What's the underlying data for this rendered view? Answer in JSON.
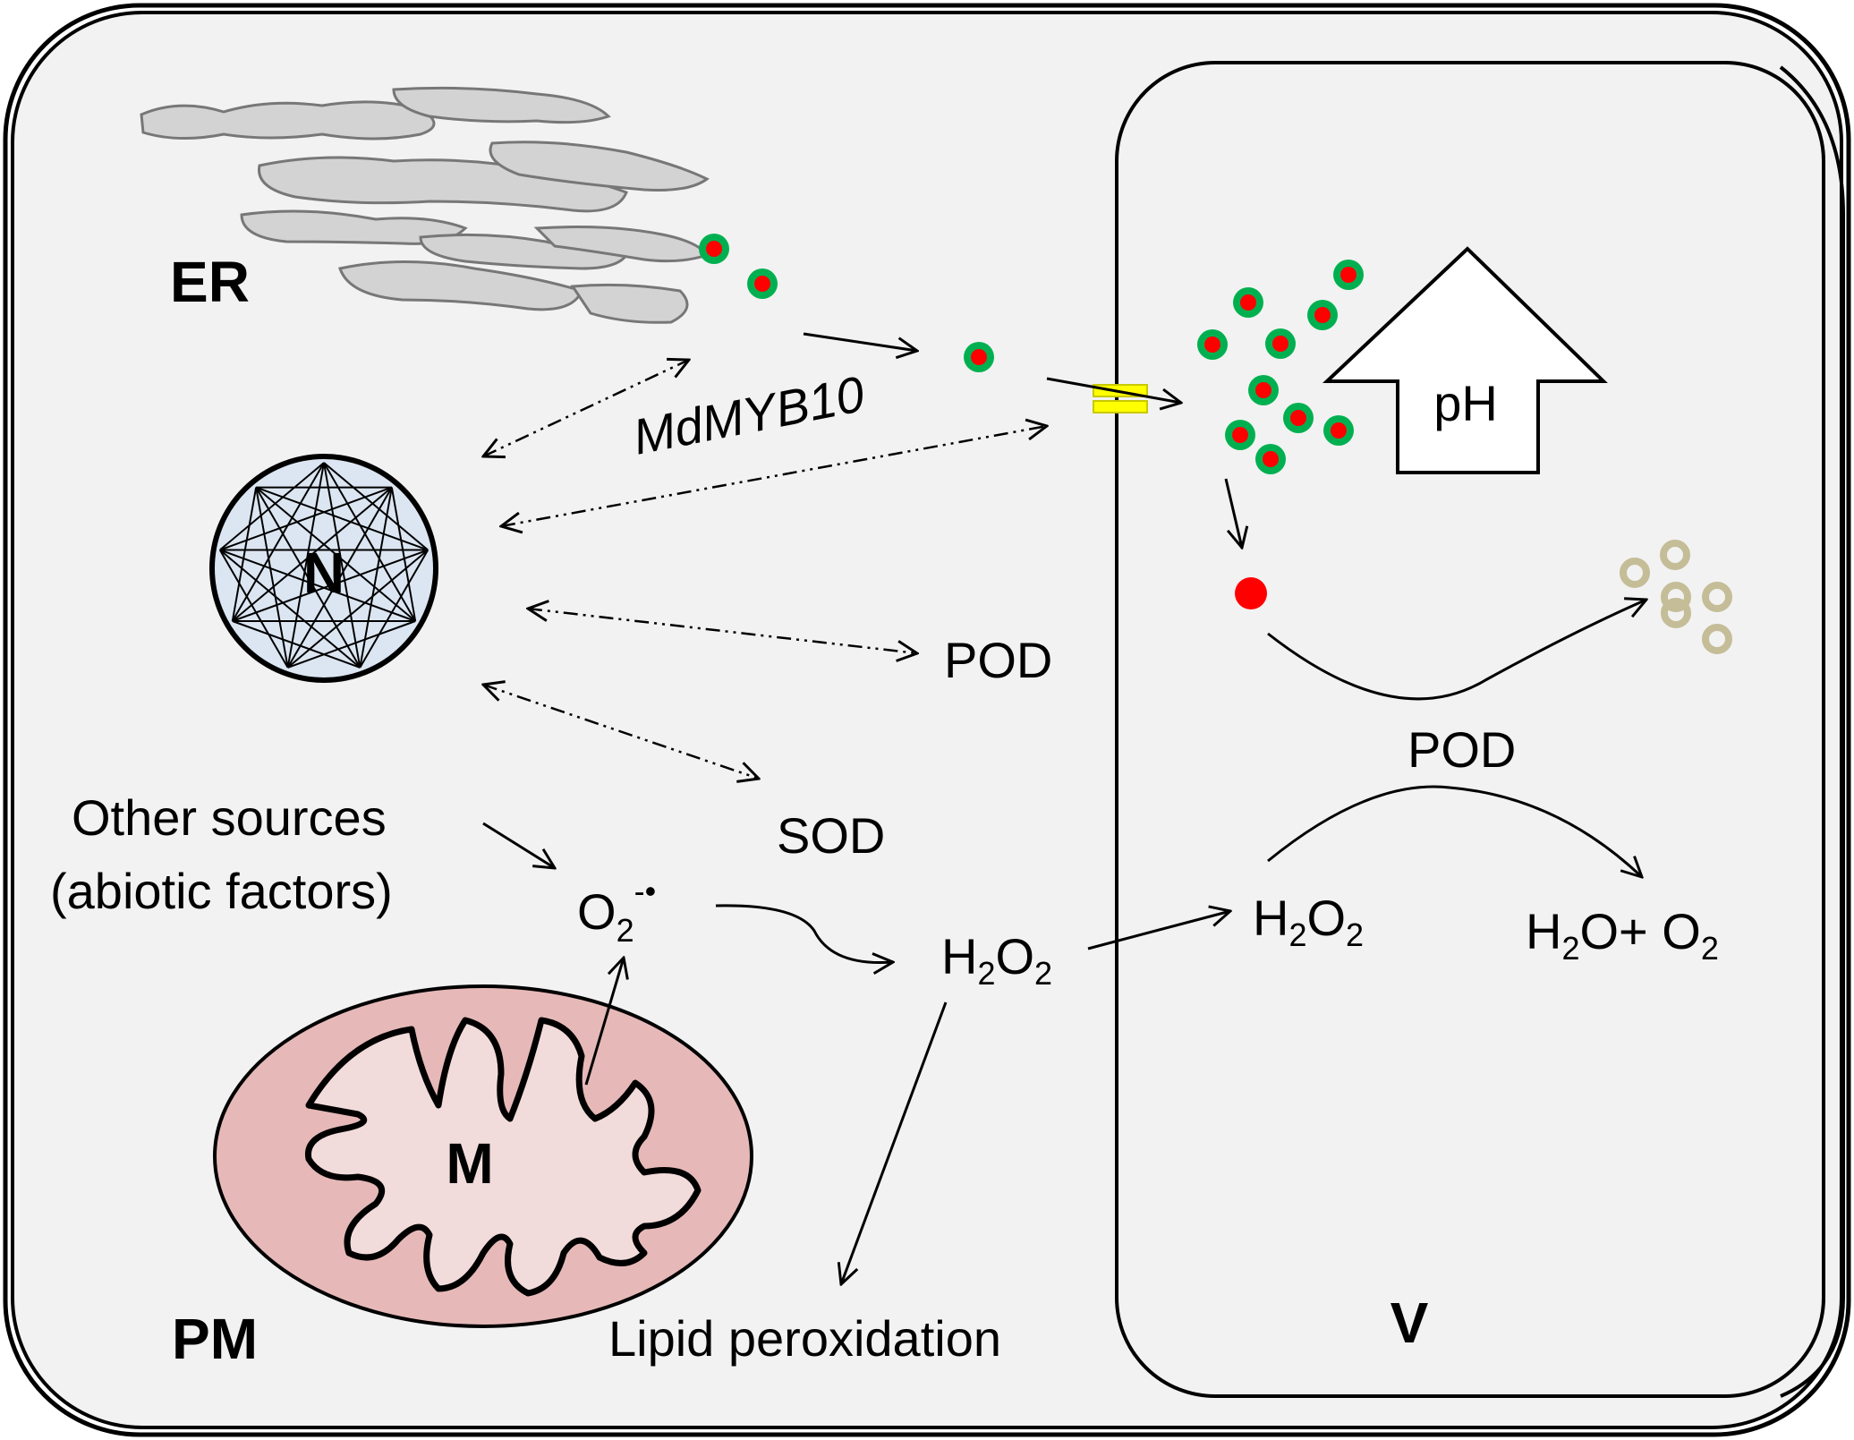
{
  "labels": {
    "er": "ER",
    "nucleus": "N",
    "mito": "M",
    "pm": "PM",
    "vacuole": "V",
    "mdmyb10": "MdMYB10",
    "ph": "pH",
    "pod_cyto": "POD",
    "sod": "SOD",
    "pod_vac": "POD",
    "other_sources_line1": "Other sources",
    "other_sources_line2": "(abiotic factors)",
    "superoxide": {
      "base": "O",
      "sub": "2",
      "sup": "-•"
    },
    "h2o2_cyto": {
      "a": "H",
      "s1": "2",
      "b": "O",
      "s2": "2"
    },
    "h2o2_vac": {
      "a": "H",
      "s1": "2",
      "b": "O",
      "s2": "2"
    },
    "products": {
      "a": "H",
      "b": "2",
      "c": "O+ O",
      "d": "2"
    },
    "lipid": "Lipid peroxidation"
  },
  "colors": {
    "cell_fill": "#f2f2f2",
    "er_fill": "#d3d3d3",
    "nucleus_fill": "#dce6f2",
    "mito_fill": "#e6b9b8",
    "mito_inner": "#f2dcdb",
    "anthocyanin_core": "#ff0000",
    "anthocyanin_ring": "#00b050",
    "degraded": "#c4bd97",
    "transporter": "#ffff00"
  },
  "icons": [
    "anthocyanin-dot-icon",
    "transporter-icon",
    "ph-up-arrow-icon",
    "nucleus-icon",
    "mitochondrion-icon",
    "er-icon"
  ]
}
